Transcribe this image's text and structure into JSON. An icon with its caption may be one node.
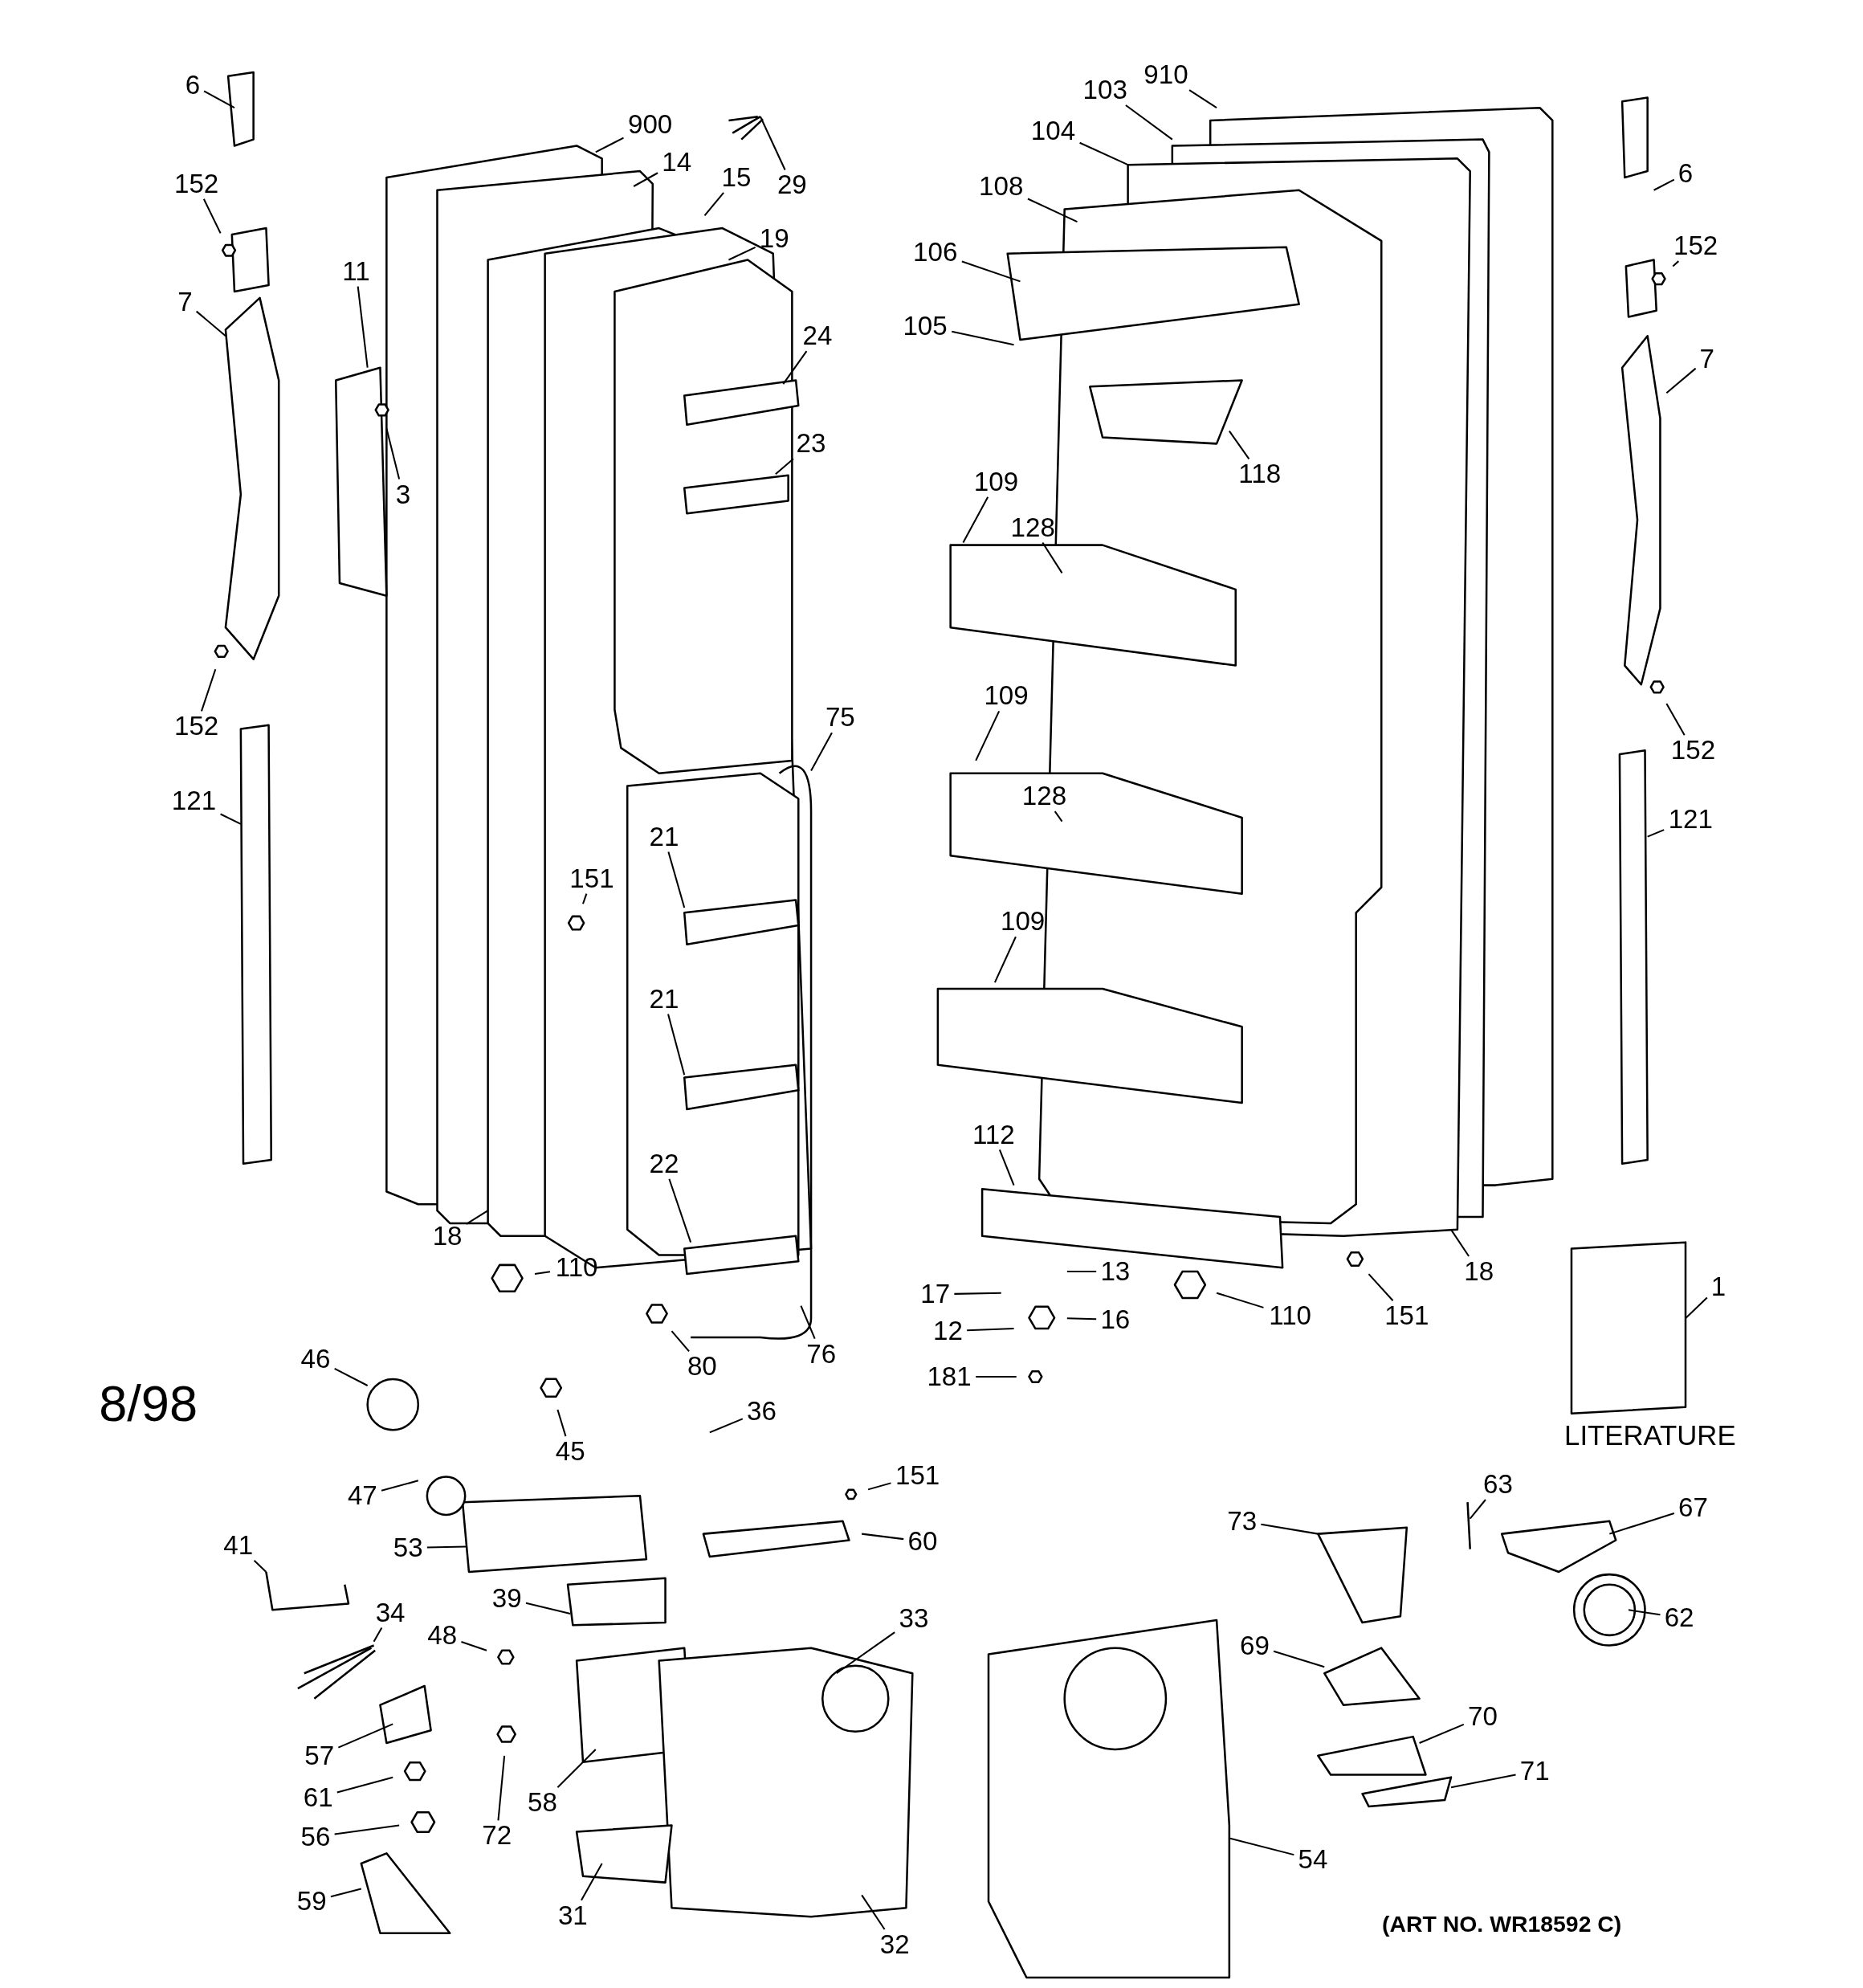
{
  "diagram": {
    "nodes": [
      {
        "text": [
          "6"
        ]
      },
      {
        "text": [
          "152"
        ]
      },
      {
        "text": [
          "7"
        ]
      },
      {
        "text": [
          "11"
        ]
      },
      {
        "text": [
          "3"
        ]
      },
      {
        "text": [
          "152"
        ]
      },
      {
        "text": [
          "121"
        ]
      },
      {
        "text": [
          "900"
        ]
      },
      {
        "text": [
          "14"
        ]
      },
      {
        "text": [
          "15"
        ]
      },
      {
        "text": [
          "29"
        ]
      },
      {
        "text": [
          "19"
        ]
      },
      {
        "text": [
          "24"
        ]
      },
      {
        "text": [
          "23"
        ]
      },
      {
        "text": [
          "18"
        ]
      },
      {
        "text": [
          "110"
        ]
      },
      {
        "text": [
          "75"
        ]
      },
      {
        "text": [
          "21"
        ]
      },
      {
        "text": [
          "151"
        ]
      },
      {
        "text": [
          "21"
        ]
      },
      {
        "text": [
          "22"
        ]
      },
      {
        "text": [
          "80"
        ]
      },
      {
        "text": [
          "76"
        ]
      },
      {
        "text": [
          "103"
        ]
      },
      {
        "text": [
          "910"
        ]
      },
      {
        "text": [
          "104"
        ]
      },
      {
        "text": [
          "108"
        ]
      },
      {
        "text": [
          "106"
        ]
      },
      {
        "text": [
          "105"
        ]
      },
      {
        "text": [
          "118"
        ]
      },
      {
        "text": [
          "109"
        ]
      },
      {
        "text": [
          "128"
        ]
      },
      {
        "text": [
          "109"
        ]
      },
      {
        "text": [
          "128"
        ]
      },
      {
        "text": [
          "109"
        ]
      },
      {
        "text": [
          "112"
        ]
      },
      {
        "text": [
          "13"
        ]
      },
      {
        "text": [
          "17"
        ]
      },
      {
        "text": [
          "16"
        ]
      },
      {
        "text": [
          "12"
        ]
      },
      {
        "text": [
          "181"
        ]
      },
      {
        "text": [
          "110"
        ]
      },
      {
        "text": [
          "151"
        ]
      },
      {
        "text": [
          "18"
        ]
      },
      {
        "text": [
          "6"
        ]
      },
      {
        "text": [
          "152"
        ]
      },
      {
        "text": [
          "7"
        ]
      },
      {
        "text": [
          "152"
        ]
      },
      {
        "text": [
          "121"
        ]
      },
      {
        "text": [
          "1"
        ]
      },
      {
        "text": [
          "46"
        ]
      },
      {
        "text": [
          "45"
        ]
      },
      {
        "text": [
          "36"
        ]
      },
      {
        "text": [
          "151"
        ]
      },
      {
        "text": [
          "47"
        ]
      },
      {
        "text": [
          "53"
        ]
      },
      {
        "text": [
          "60"
        ]
      },
      {
        "text": [
          "41"
        ]
      },
      {
        "text": [
          "39"
        ]
      },
      {
        "text": [
          "34"
        ]
      },
      {
        "text": [
          "48"
        ]
      },
      {
        "text": [
          "33"
        ]
      },
      {
        "text": [
          "57"
        ]
      },
      {
        "text": [
          "61"
        ]
      },
      {
        "text": [
          "56"
        ]
      },
      {
        "text": [
          "72"
        ]
      },
      {
        "text": [
          "58"
        ]
      },
      {
        "text": [
          "59"
        ]
      },
      {
        "text": [
          "31"
        ]
      },
      {
        "text": [
          "32"
        ]
      },
      {
        "text": [
          "54"
        ]
      },
      {
        "text": [
          "73"
        ]
      },
      {
        "text": [
          "63"
        ]
      },
      {
        "text": [
          "67"
        ]
      },
      {
        "text": [
          "62"
        ]
      },
      {
        "text": [
          "69"
        ]
      },
      {
        "text": [
          "70"
        ]
      },
      {
        "text": [
          "71"
        ]
      }
    ],
    "edges": [
      {
        "from": 0,
        "to": null,
        "arrow": "none"
      },
      {
        "from": 1,
        "to": null,
        "arrow": "none"
      },
      {
        "from": 2,
        "to": null,
        "arrow": "none"
      },
      {
        "from": 3,
        "to": null,
        "arrow": "none"
      },
      {
        "from": 4,
        "to": null,
        "arrow": "none"
      },
      {
        "from": 5,
        "to": null,
        "arrow": "none"
      },
      {
        "from": 6,
        "to": null,
        "arrow": "none"
      },
      {
        "from": 7,
        "to": null,
        "arrow": "none"
      },
      {
        "from": 8,
        "to": null,
        "arrow": "none"
      },
      {
        "from": 9,
        "to": null,
        "arrow": "none"
      },
      {
        "from": 10,
        "to": null,
        "arrow": "none"
      },
      {
        "from": 11,
        "to": null,
        "arrow": "none"
      },
      {
        "from": 12,
        "to": null,
        "arrow": "none"
      },
      {
        "from": 13,
        "to": null,
        "arrow": "none"
      },
      {
        "from": 14,
        "to": null,
        "arrow": "none"
      },
      {
        "from": 15,
        "to": null,
        "arrow": "none"
      },
      {
        "from": 16,
        "to": null,
        "arrow": "none"
      },
      {
        "from": 17,
        "to": null,
        "arrow": "none"
      },
      {
        "from": 18,
        "to": null,
        "arrow": "none"
      },
      {
        "from": 19,
        "to": null,
        "arrow": "none"
      },
      {
        "from": 20,
        "to": null,
        "arrow": "none"
      },
      {
        "from": 21,
        "to": null,
        "arrow": "none"
      },
      {
        "from": 22,
        "to": null,
        "arrow": "none"
      },
      {
        "from": 23,
        "to": null,
        "arrow": "none"
      },
      {
        "from": 24,
        "to": null,
        "arrow": "none"
      },
      {
        "from": 25,
        "to": null,
        "arrow": "none"
      },
      {
        "from": 26,
        "to": null,
        "arrow": "none"
      },
      {
        "from": 27,
        "to": null,
        "arrow": "none"
      },
      {
        "from": 28,
        "to": null,
        "arrow": "none"
      },
      {
        "from": 29,
        "to": null,
        "arrow": "none"
      },
      {
        "from": 30,
        "to": null,
        "arrow": "none"
      },
      {
        "from": 31,
        "to": null,
        "arrow": "none"
      },
      {
        "from": 32,
        "to": null,
        "arrow": "none"
      },
      {
        "from": 33,
        "to": null,
        "arrow": "none"
      },
      {
        "from": 34,
        "to": null,
        "arrow": "none"
      },
      {
        "from": 35,
        "to": null,
        "arrow": "none"
      },
      {
        "from": 36,
        "to": null,
        "arrow": "none"
      },
      {
        "from": 37,
        "to": null,
        "arrow": "none"
      },
      {
        "from": 38,
        "to": null,
        "arrow": "none"
      },
      {
        "from": 39,
        "to": null,
        "arrow": "none"
      },
      {
        "from": 40,
        "to": null,
        "arrow": "none"
      },
      {
        "from": 41,
        "to": null,
        "arrow": "none"
      },
      {
        "from": 42,
        "to": null,
        "arrow": "none"
      },
      {
        "from": 43,
        "to": null,
        "arrow": "none"
      },
      {
        "from": 44,
        "to": null,
        "arrow": "none"
      },
      {
        "from": 45,
        "to": null,
        "arrow": "none"
      },
      {
        "from": 46,
        "to": null,
        "arrow": "none"
      },
      {
        "from": 47,
        "to": null,
        "arrow": "none"
      },
      {
        "from": 48,
        "to": null,
        "arrow": "none"
      },
      {
        "from": 49,
        "to": null,
        "arrow": "none"
      },
      {
        "from": 50,
        "to": null,
        "arrow": "none"
      },
      {
        "from": 51,
        "to": null,
        "arrow": "none"
      },
      {
        "from": 52,
        "to": null,
        "arrow": "none"
      },
      {
        "from": 53,
        "to": null,
        "arrow": "none"
      },
      {
        "from": 54,
        "to": null,
        "arrow": "none"
      },
      {
        "from": 55,
        "to": null,
        "arrow": "none"
      },
      {
        "from": 56,
        "to": null,
        "arrow": "none"
      },
      {
        "from": 57,
        "to": null,
        "arrow": "none"
      },
      {
        "from": 58,
        "to": null,
        "arrow": "none"
      },
      {
        "from": 59,
        "to": null,
        "arrow": "none"
      },
      {
        "from": 60,
        "to": null,
        "arrow": "none"
      },
      {
        "from": 61,
        "to": null,
        "arrow": "none"
      },
      {
        "from": 62,
        "to": null,
        "arrow": "none"
      },
      {
        "from": 63,
        "to": null,
        "arrow": "none"
      },
      {
        "from": 64,
        "to": null,
        "arrow": "none"
      },
      {
        "from": 65,
        "to": null,
        "arrow": "none"
      },
      {
        "from": 66,
        "to": null,
        "arrow": "none"
      },
      {
        "from": 67,
        "to": null,
        "arrow": "none"
      },
      {
        "from": 68,
        "to": null,
        "arrow": "none"
      },
      {
        "from": 69,
        "to": null,
        "arrow": "none"
      },
      {
        "from": 70,
        "to": null,
        "arrow": "none"
      },
      {
        "from": 71,
        "to": null,
        "arrow": "none"
      },
      {
        "from": 72,
        "to": null,
        "arrow": "none"
      },
      {
        "from": 73,
        "to": null,
        "arrow": "none"
      },
      {
        "from": 74,
        "to": null,
        "arrow": "none"
      },
      {
        "from": 75,
        "to": null,
        "arrow": "none"
      },
      {
        "from": 76,
        "to": null,
        "arrow": "none"
      },
      {
        "from": 77,
        "to": null,
        "arrow": "none"
      }
    ],
    "labels": [
      "8/98",
      "LITERATURE",
      "(ART NO. WR18592 C)"
    ]
  }
}
